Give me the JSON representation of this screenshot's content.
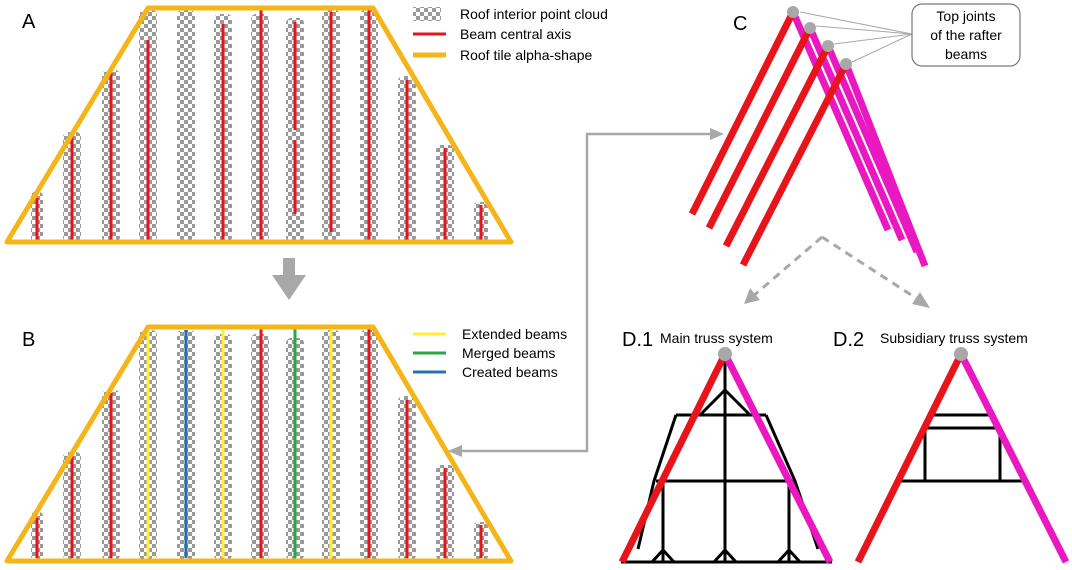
{
  "panels": {
    "a": {
      "label": "A"
    },
    "b": {
      "label": "B"
    },
    "c": {
      "label": "C"
    },
    "d1": {
      "label": "D.1",
      "title": "Main truss system"
    },
    "d2": {
      "label": "D.2",
      "title": "Subsidiary truss system"
    }
  },
  "legend_a": {
    "point_cloud": "Roof interior point cloud",
    "beam_axis": "Beam central axis",
    "alpha_shape": "Roof tile alpha-shape"
  },
  "legend_b": {
    "extended": "Extended beams",
    "merged": "Merged beams",
    "created": "Created beams"
  },
  "callout": {
    "lines": [
      "Top joints",
      "of the rafter",
      "beams"
    ]
  },
  "colors": {
    "outline": "#f5b417",
    "beam_red": "#e8141c",
    "extended": "#ffee33",
    "merged": "#27a845",
    "created": "#2470b8",
    "rafter_magenta": "#ea18c0",
    "joint_grey": "#a8a8a8",
    "arrow_grey": "#a8a8a8",
    "truss": "#000000"
  }
}
